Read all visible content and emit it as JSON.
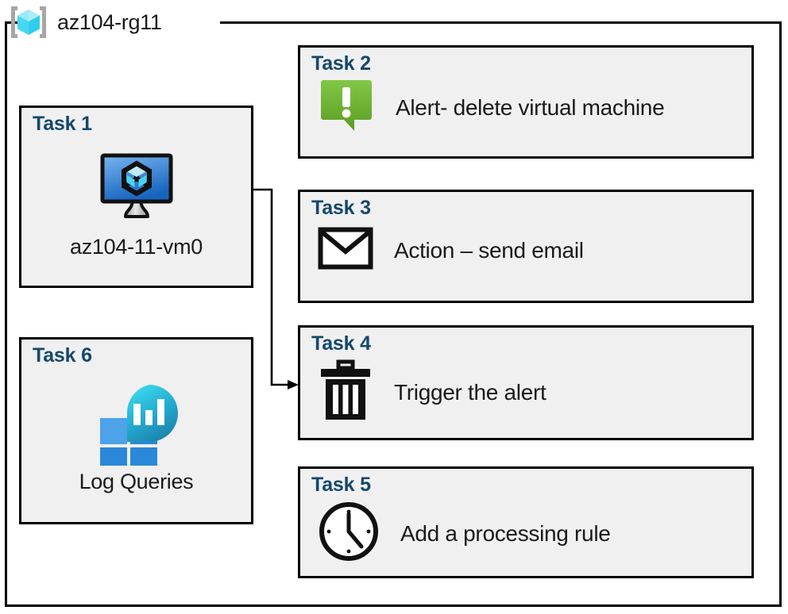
{
  "resource_group": {
    "label": "az104-rg11",
    "icon": "resource-group-cube-icon"
  },
  "colors": {
    "card_background": "#f0f0f0",
    "card_border": "#000000",
    "task_title": "#14486b",
    "alert_green_light": "#7ec544",
    "alert_green_dark": "#5c9c23",
    "vm_blue_light": "#6aa9e9",
    "vm_blue_dark": "#1565c0",
    "log_square_light": "#4da2e8",
    "log_square_dark": "#2b88d8",
    "log_circle_light": "#35d2ea",
    "log_circle_dark": "#1b7fa9",
    "rg_cube_light": "#9de9f7",
    "rg_cube_mid": "#45d8f2",
    "rg_cube_dark": "#31cdec",
    "rg_bracket": "#a6a6a6",
    "connector": "#000000"
  },
  "tasks": [
    {
      "id": "task-1",
      "title": "Task 1",
      "label": "az104-11-vm0",
      "icon": "virtual-machine-icon",
      "column": "left"
    },
    {
      "id": "task-2",
      "title": "Task 2",
      "label": "Alert- delete virtual machine",
      "icon": "alert-speech-bubble-icon",
      "column": "right"
    },
    {
      "id": "task-3",
      "title": "Task 3",
      "label": "Action – send email",
      "icon": "envelope-icon",
      "column": "right"
    },
    {
      "id": "task-4",
      "title": "Task 4",
      "label": "Trigger the alert",
      "icon": "trash-can-icon",
      "column": "right"
    },
    {
      "id": "task-5",
      "title": "Task 5",
      "label": "Add a processing rule",
      "icon": "clock-icon",
      "column": "right"
    },
    {
      "id": "task-6",
      "title": "Task 6",
      "label": "Log Queries",
      "icon": "log-analytics-icon",
      "column": "left"
    }
  ],
  "connector": {
    "from": "task-1",
    "to": "task-4",
    "arrow": "arrowhead-right"
  }
}
